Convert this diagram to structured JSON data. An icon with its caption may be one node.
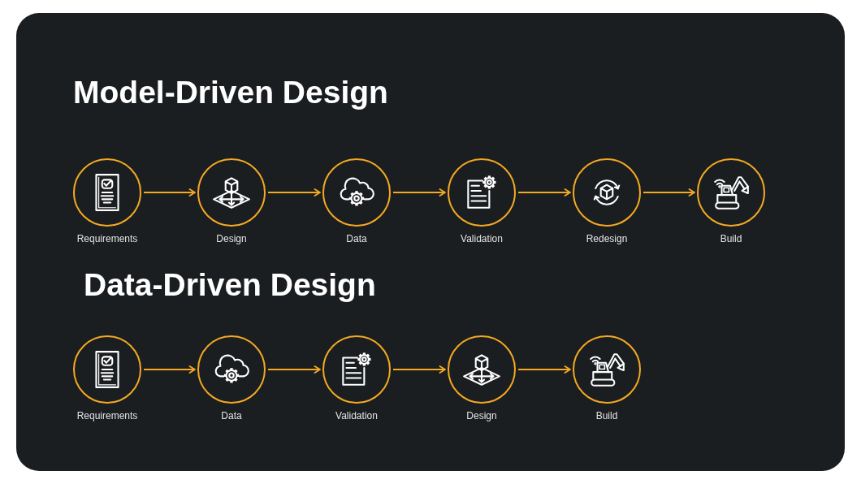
{
  "diagram": {
    "nodes": [
      {
        "text": [
          "Requirements"
        ]
      },
      {
        "text": [
          "Design"
        ]
      },
      {
        "text": [
          "Data"
        ]
      },
      {
        "text": [
          "Validation"
        ]
      },
      {
        "text": [
          "Redesign"
        ]
      },
      {
        "text": [
          "Build"
        ]
      },
      {
        "text": [
          "Requirements"
        ]
      },
      {
        "text": [
          "Data"
        ]
      },
      {
        "text": [
          "Validation"
        ]
      },
      {
        "text": [
          "Design"
        ]
      },
      {
        "text": [
          "Build"
        ]
      }
    ],
    "edges": [
      {
        "from": 0,
        "to": 1,
        "arrow": "to"
      },
      {
        "from": 1,
        "to": 2,
        "arrow": "to"
      },
      {
        "from": 2,
        "to": 3,
        "arrow": "to"
      },
      {
        "from": 3,
        "to": 4,
        "arrow": "to"
      },
      {
        "from": 4,
        "to": 5,
        "arrow": "to"
      },
      {
        "from": 6,
        "to": 7,
        "arrow": "to"
      },
      {
        "from": 7,
        "to": 8,
        "arrow": "to"
      },
      {
        "from": 8,
        "to": 9,
        "arrow": "to"
      },
      {
        "from": 9,
        "to": 10,
        "arrow": "to"
      }
    ],
    "labels": [
      "Model-Driven Design",
      "Data-Driven Design"
    ]
  }
}
